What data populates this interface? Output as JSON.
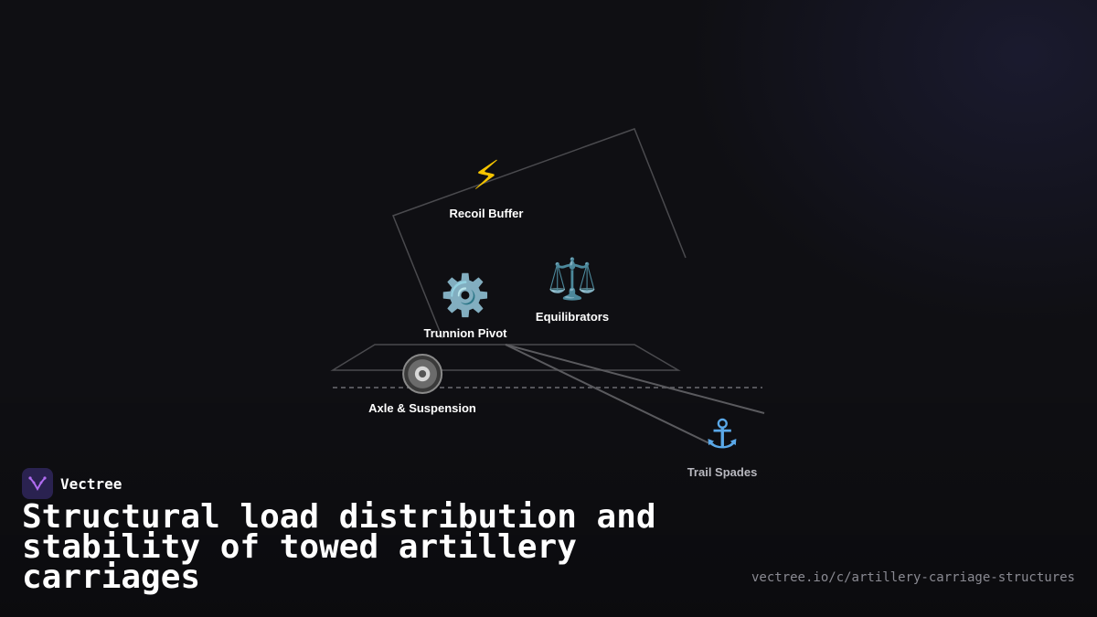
{
  "diagram": {
    "nodes": [
      {
        "id": "recoil",
        "label": "Recoil Buffer",
        "icon": "lightning-icon",
        "glyph": "⚡"
      },
      {
        "id": "trunnion",
        "label": "Trunnion Pivot",
        "icon": "gear-icon",
        "glyph": "⚙️"
      },
      {
        "id": "equilibrators",
        "label": "Equilibrators",
        "icon": "balance-scale-icon",
        "glyph": "⚖️"
      },
      {
        "id": "axle",
        "label": "Axle & Suspension",
        "icon": "wheel-icon",
        "glyph": ""
      },
      {
        "id": "spades",
        "label": "Trail Spades",
        "icon": "anchor-icon",
        "glyph": "⚓"
      }
    ]
  },
  "brand": {
    "name": "Vectree",
    "logo_icon": "vectree-logo-icon",
    "accent": "#8a4ad8"
  },
  "title": "Structural load distribution and stability of towed artillery carriages",
  "url": "vectree.io/c/artillery-carriage-structures"
}
